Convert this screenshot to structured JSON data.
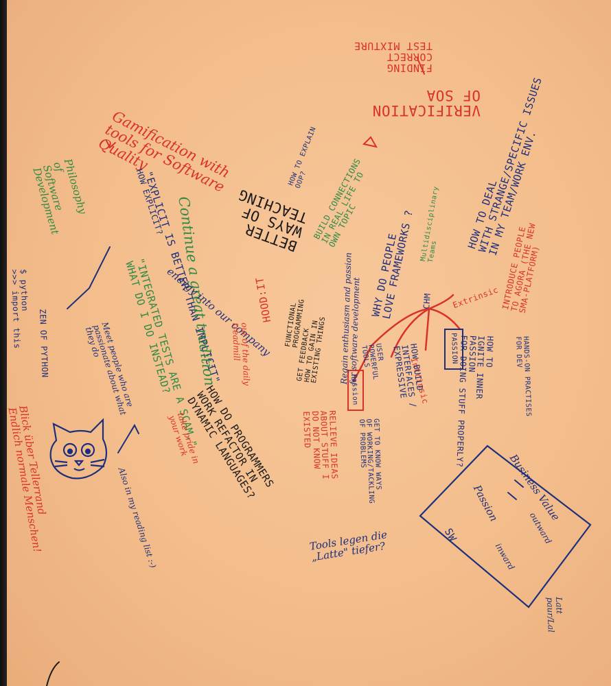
{
  "notes": {
    "test_mixture": "FINDING\nCORRECT\nTEST MIXTURE",
    "verification": "VERIFICATION\nOF SOA",
    "gamification": "Gamification with\ntools for Software\nQuality",
    "philosophy": "Philosophy\nof\nSoftware\nDevelopment",
    "explicit": "\"EXPLICIT IS BETTER THAN IMPLICIT\"",
    "how_explicit": "HOW EXPLICIT?",
    "zen": "ZEN OF PYTHON",
    "python_cmd": "$ python\n>>> import this",
    "better_ways": "BETTER\nWAYS OF\nTEACHING",
    "explain_oop": "HOW TO EXPLAIN\nOOP?",
    "build_connections": "BUILD CONNECTIONS\nIN REAL LIFE TO\nOWN TOPIC",
    "continue": "Continue a great tradition",
    "energy": "energy into our company",
    "integrated_tests": "\"INTEGRATED TESTS ARE A SCAM.\"\nWHAT DO I DO INSTEAD?",
    "meet_people": "Meet people who are\npassionate about what\nthey do",
    "hood_it": "HOOD:IT",
    "functional": "FUNCTIONAL\nPROGRAMMING",
    "get_feedback": "GET FEEDBACK\nHOW TO GAIN IN\nEXISTING THINGS",
    "out_of_daily": "out of the daily\ntreadmill",
    "regain": "Regain enthusiasm and passion\nfor software development",
    "why_love": "WHY DO PEOPLE\nLOVE FRAMEWORKS ?",
    "chm": "CHM",
    "strange_issues": "HOW TO DEAL\nWITH STRANGE/SPECIFIC ISSUES\nIN MY TEAM/WORK ENV.",
    "multi": "Multidisciplinary\nTeams",
    "introduce": "INTRODUCE PEOPLE\nTO AGORA (THE NEW\nSMA-PLATFORM)",
    "extrinsic": "Extrinsic",
    "intrinsic": "Intrinsic",
    "passion1": "Passion",
    "passion2": "PASSION",
    "user_powerful": "USER\nPOWERFUL\nTOOLS",
    "build_interfaces": "HOW BUILD\nINTERFACES /\nEXPRESSIVE",
    "relieve": "RELIEVE IDEAS\nABOUT STUFF I\nDO NOT KNOW\nEXISTED",
    "get_to_know": "GET TO KNOW WAYS\nOF WORKING/TACKLING\nOF PROBLEMS",
    "ignite": "HOW TO\nIGNITE INNER\nPASSION\nFOR DOING STUFF PROPERLY?",
    "hands_on": "HANDS-ON PRACTISES\nFOR DEV",
    "how_do_prog": "HOW DO PROGRAMMERS\nWORK REFACTOR IN\nDYNAMIC LANGUAGES?",
    "take_pride": "take pride in\nyour work",
    "blick": "Blick über Tellerrand\nEndlich normale Menschen!",
    "also_reading": "Also in my reading list :-)",
    "tools_legen": "Tools legen die\n„Latte\" tiefer?",
    "business_value": "Business Value",
    "outward": "outward",
    "inward": "inward",
    "passion3": "Passion",
    "sw": "SW",
    "latt": "Latt\npaur/Lal"
  },
  "colors": {
    "paper": "#f3bd8b",
    "red_marker": "#d8322a",
    "blue_marker": "#1d2f7c",
    "green_marker": "#2e8a45",
    "black_marker": "#1a1a1a"
  }
}
